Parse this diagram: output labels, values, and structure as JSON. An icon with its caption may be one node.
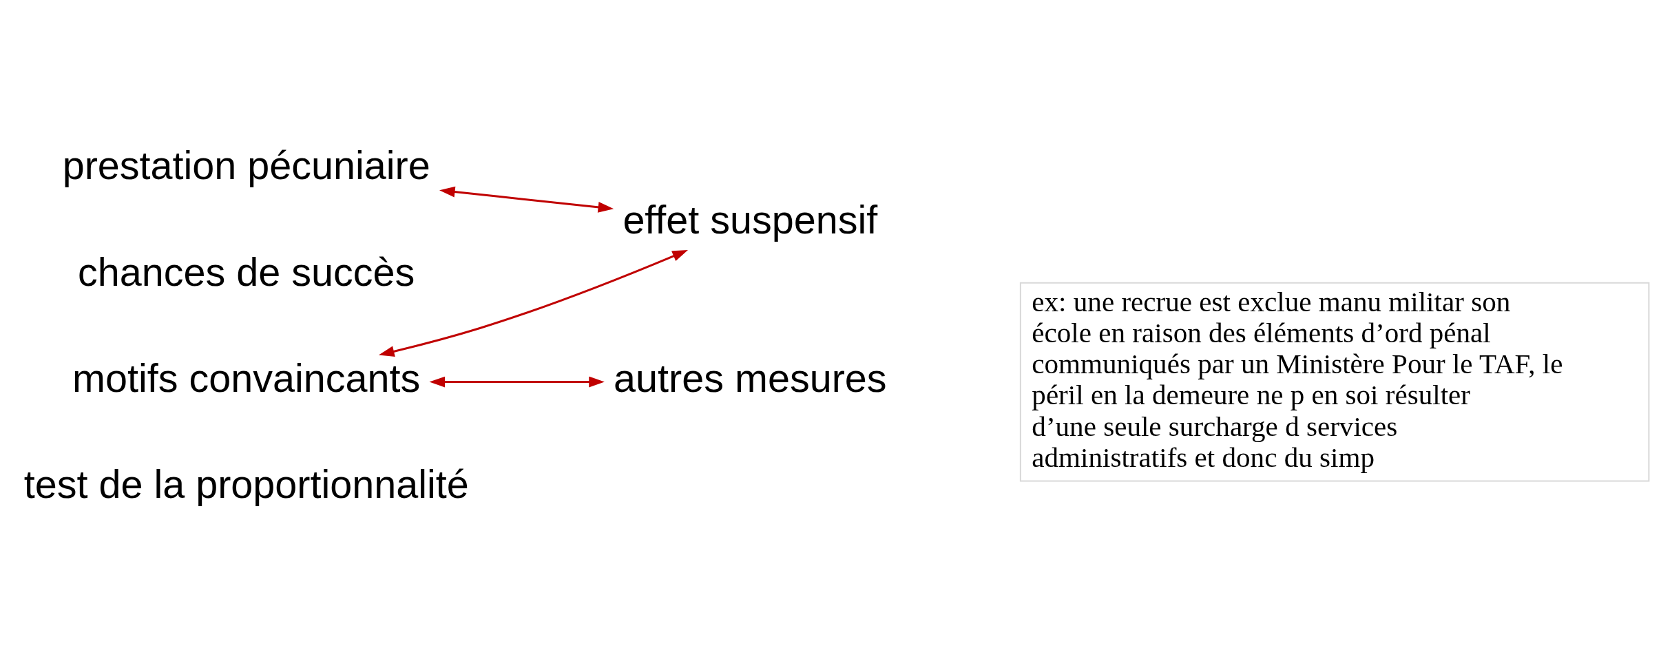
{
  "diagram": {
    "nodes": [
      {
        "text": [
          "prestation pécuniaire"
        ]
      },
      {
        "text": [
          "effet suspensif"
        ]
      },
      {
        "text": [
          "autres mesures"
        ]
      },
      {
        "text": [
          "chances de succès"
        ]
      },
      {
        "text": [
          "motifs convaincants"
        ]
      },
      {
        "text": [
          "test de la proportionnalité"
        ]
      },
      {
        "text": [
          "ex: une recrue est exclue manu militar son école en raison des éléments d’ord pénal communiqués par un Ministère Pour le TAF, le péril en la demeure ne p en soi résulter d’une seule surcharge d services administratifs et donc du simp"
        ]
      }
    ],
    "edges": [
      {
        "from": 0,
        "to": 1,
        "arrow": "both"
      },
      {
        "from": 4,
        "to": 1,
        "arrow": "both"
      },
      {
        "from": 4,
        "to": 2,
        "arrow": "both"
      }
    ]
  }
}
